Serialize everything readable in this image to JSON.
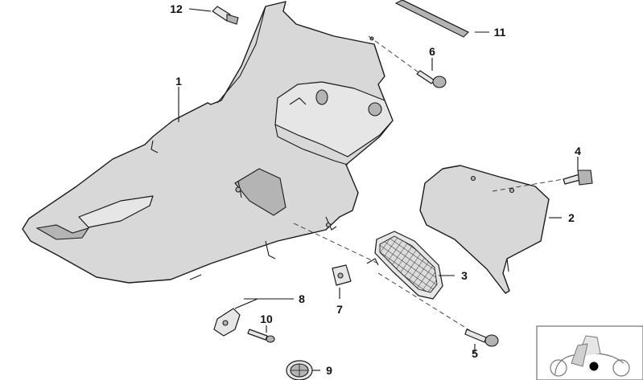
{
  "diagram": {
    "callouts": {
      "c1": "1",
      "c2": "2",
      "c3": "3",
      "c4": "4",
      "c5": "5",
      "c6": "6",
      "c7": "7",
      "c8": "8",
      "c9": "9",
      "c10": "10",
      "c11": "11",
      "c12": "12"
    },
    "colors": {
      "part_fill": "#d8d8d8",
      "part_shade": "#b4b4b4",
      "line": "#1a1a1a",
      "background": "#ffffff"
    },
    "thumbnail_icon": "motorcycle-locator-icon"
  }
}
